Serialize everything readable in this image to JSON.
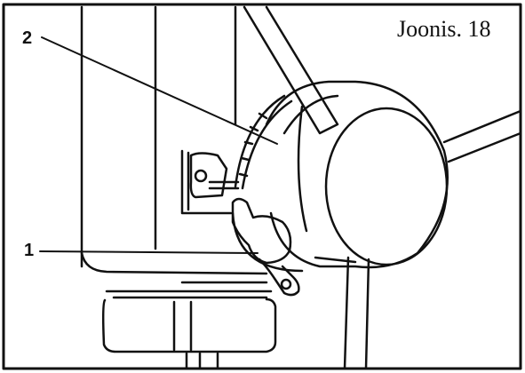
{
  "figure": {
    "title": "Joonis. 18",
    "callouts": [
      {
        "number": "1"
      },
      {
        "number": "2"
      }
    ],
    "colors": {
      "ink": "#111111",
      "paper": "#ffffff"
    }
  }
}
